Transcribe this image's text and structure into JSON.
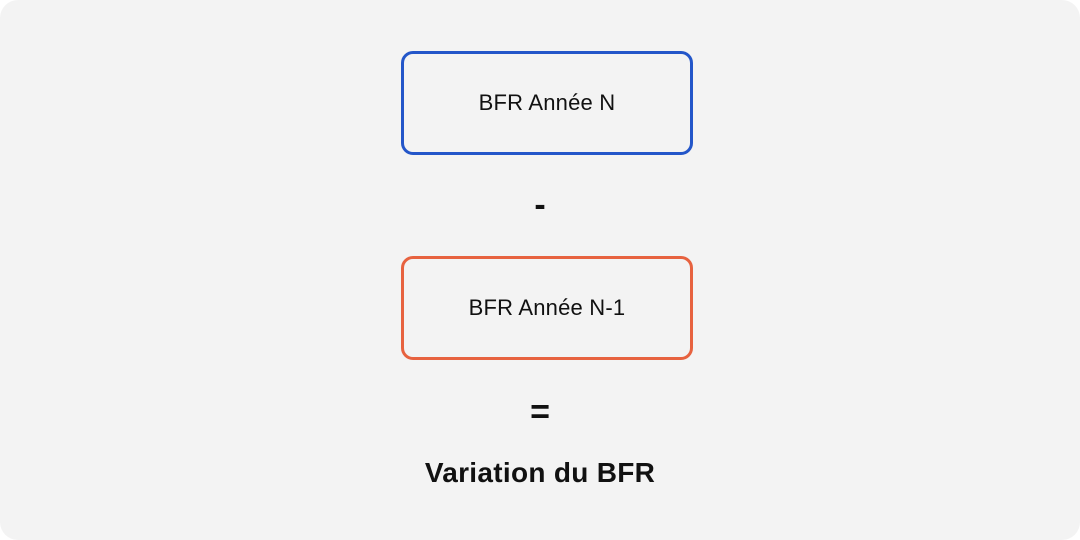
{
  "diagram": {
    "box_current": {
      "label": "BFR Année N",
      "border_color": "#2356c9"
    },
    "operator_minus": "-",
    "box_previous": {
      "label": "BFR Année N-1",
      "border_color": "#e7623f"
    },
    "operator_equals": "=",
    "result_label": "Variation du BFR",
    "background_color": "#f3f3f3"
  }
}
